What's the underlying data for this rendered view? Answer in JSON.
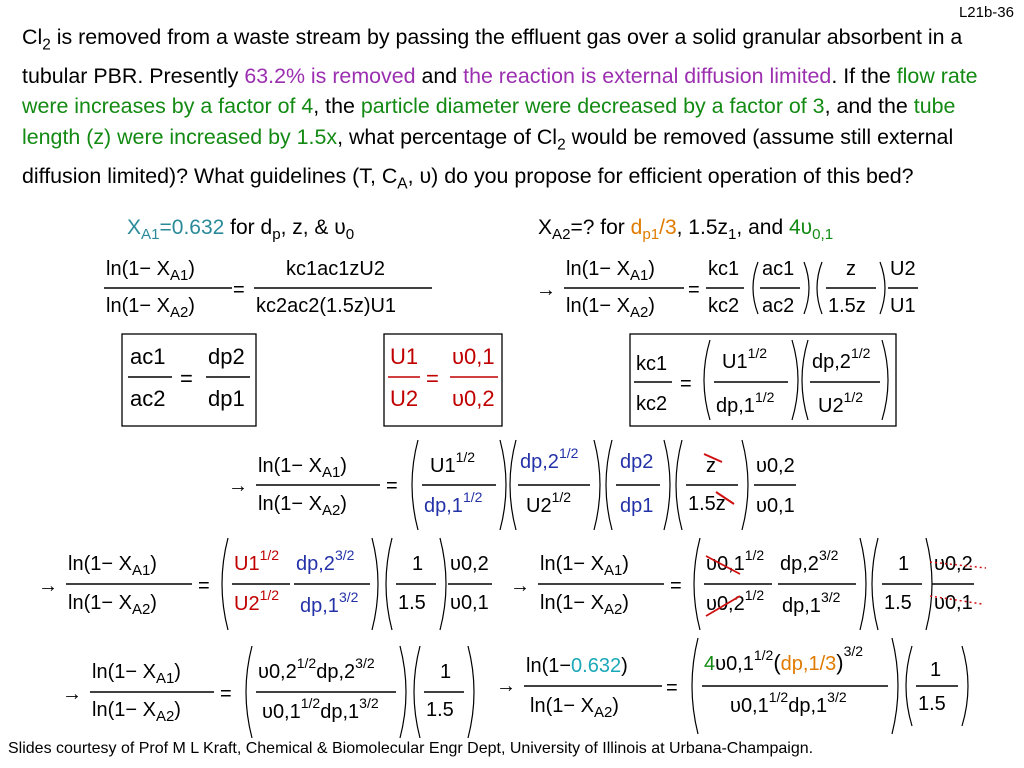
{
  "slide_number": "L21b-36",
  "problem": {
    "t1": "Cl",
    "t1_sub": "2",
    "t2": " is removed from a waste stream by passing the effluent gas over a solid granular absorbent in a tubular PBR.  Presently ",
    "t3": "63.2% is removed",
    "t4": " and ",
    "t5": "the reaction is external diffusion limited",
    "t6": ".  If the ",
    "t7": "flow rate were increases by a factor of 4",
    "t8": ", the ",
    "t9": "particle diameter were decreased by a factor of 3",
    "t10": ", and the ",
    "t11": "tube length (z) were increased by 1.5x",
    "t12": ", what percentage of Cl",
    "t12_sub": "2",
    "t13": " would be removed (assume still external diffusion limited)?  What guidelines (T, C",
    "t13_sub": "A",
    "t14": ", υ) do you propose for efficient operation of this bed?"
  },
  "condition_left": {
    "x_label": "X",
    "x_sub": "A1",
    "value_text": "=0.632",
    "rest": " for d",
    "rest_sub": "p",
    "rest2": ", z, & υ",
    "rest2_sub": "0"
  },
  "condition_right": {
    "x_label": "X",
    "x_sub": "A2",
    "t1": "=? for ",
    "dp": "d",
    "dp_sub": "p1",
    "dp_rest": "/3",
    "t2": ", 1.5z",
    "z_sub": "1",
    "t3": ", and ",
    "four_v": "4υ",
    "four_v_sub": "0,1"
  },
  "math": {
    "ln_x_a1": "ln(1− X",
    "ln_x_a2": "ln(1− X",
    "sub_a1": "A1",
    "sub_a2": "A2",
    "close_paren": ")",
    "ln_0632": "ln(1−",
    "val_0632": "0.632",
    "arrow": "→",
    "eq": "=",
    "eq1_num": "kc1ac1zU2",
    "eq1_den": "kc2ac2(1.5z)U1",
    "kc1": "kc1",
    "kc2": "kc2",
    "ac1": "ac1",
    "ac2": "ac2",
    "dp2": "dp2",
    "dp1": "dp1",
    "z": "z",
    "z15": "1.5z",
    "U1": "U1",
    "U2": "U2",
    "v01": "υ0,1",
    "v02": "υ0,2",
    "half": "1/2",
    "threehalf": "3/2",
    "one": "1",
    "one5": "1.5",
    "four": "4",
    "dpp2": "dp,2",
    "dpp1": "dp,1",
    "dpp1_over3": "dp,1/3"
  },
  "footer": "Slides courtesy of Prof M L Kraft, Chemical & Biomolecular Engr Dept, University of Illinois at Urbana-Champaign."
}
